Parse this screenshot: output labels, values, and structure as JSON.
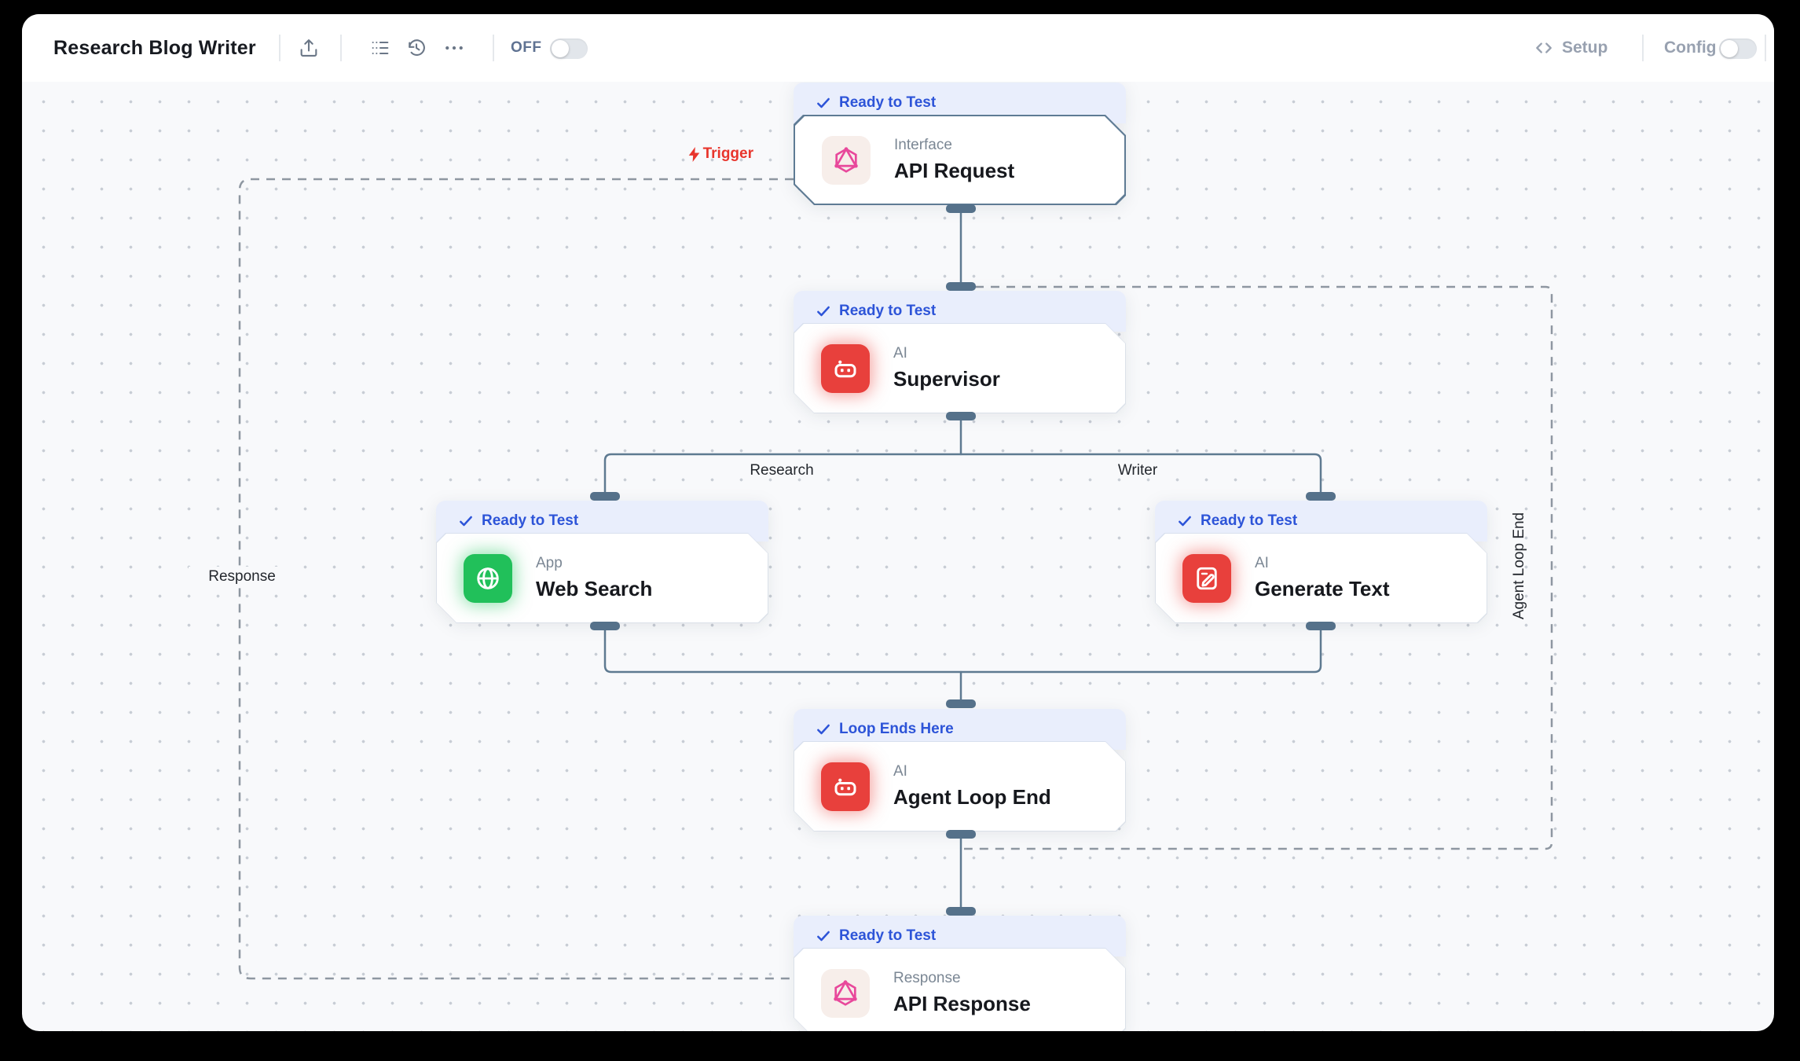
{
  "header": {
    "title": "Research Blog Writer",
    "off_label": "OFF",
    "setup_label": "Setup",
    "config_label": "Config"
  },
  "canvas": {
    "trigger_label": "Trigger",
    "branch_labels": {
      "left": "Research",
      "right": "Writer"
    },
    "loop_label": "Agent Loop End",
    "response_label": "Response",
    "nodes": [
      {
        "id": "api-request",
        "status": "Ready to Test",
        "category": "Interface",
        "title": "API Request"
      },
      {
        "id": "supervisor",
        "status": "Ready to Test",
        "category": "AI",
        "title": "Supervisor"
      },
      {
        "id": "web-search",
        "status": "Ready to Test",
        "category": "App",
        "title": "Web Search"
      },
      {
        "id": "generate-text",
        "status": "Ready to Test",
        "category": "AI",
        "title": "Generate Text"
      },
      {
        "id": "agent-loop-end",
        "status": "Loop Ends Here",
        "category": "AI",
        "title": "Agent Loop End"
      },
      {
        "id": "api-response",
        "status": "Ready to Test",
        "category": "Response",
        "title": "API Response"
      }
    ],
    "colors": {
      "badge_bg": "#E9EEFC",
      "badge_text": "#2D54D8",
      "edge": "#5E7A91",
      "dashed_edge": "#8E97A1",
      "trigger_red": "#E8352C",
      "ai_icon_red": "#E8403C",
      "app_icon_green": "#21C05A",
      "interface_icon_pink": "#E8489B",
      "selected_node_border": "#5E7B94"
    }
  }
}
